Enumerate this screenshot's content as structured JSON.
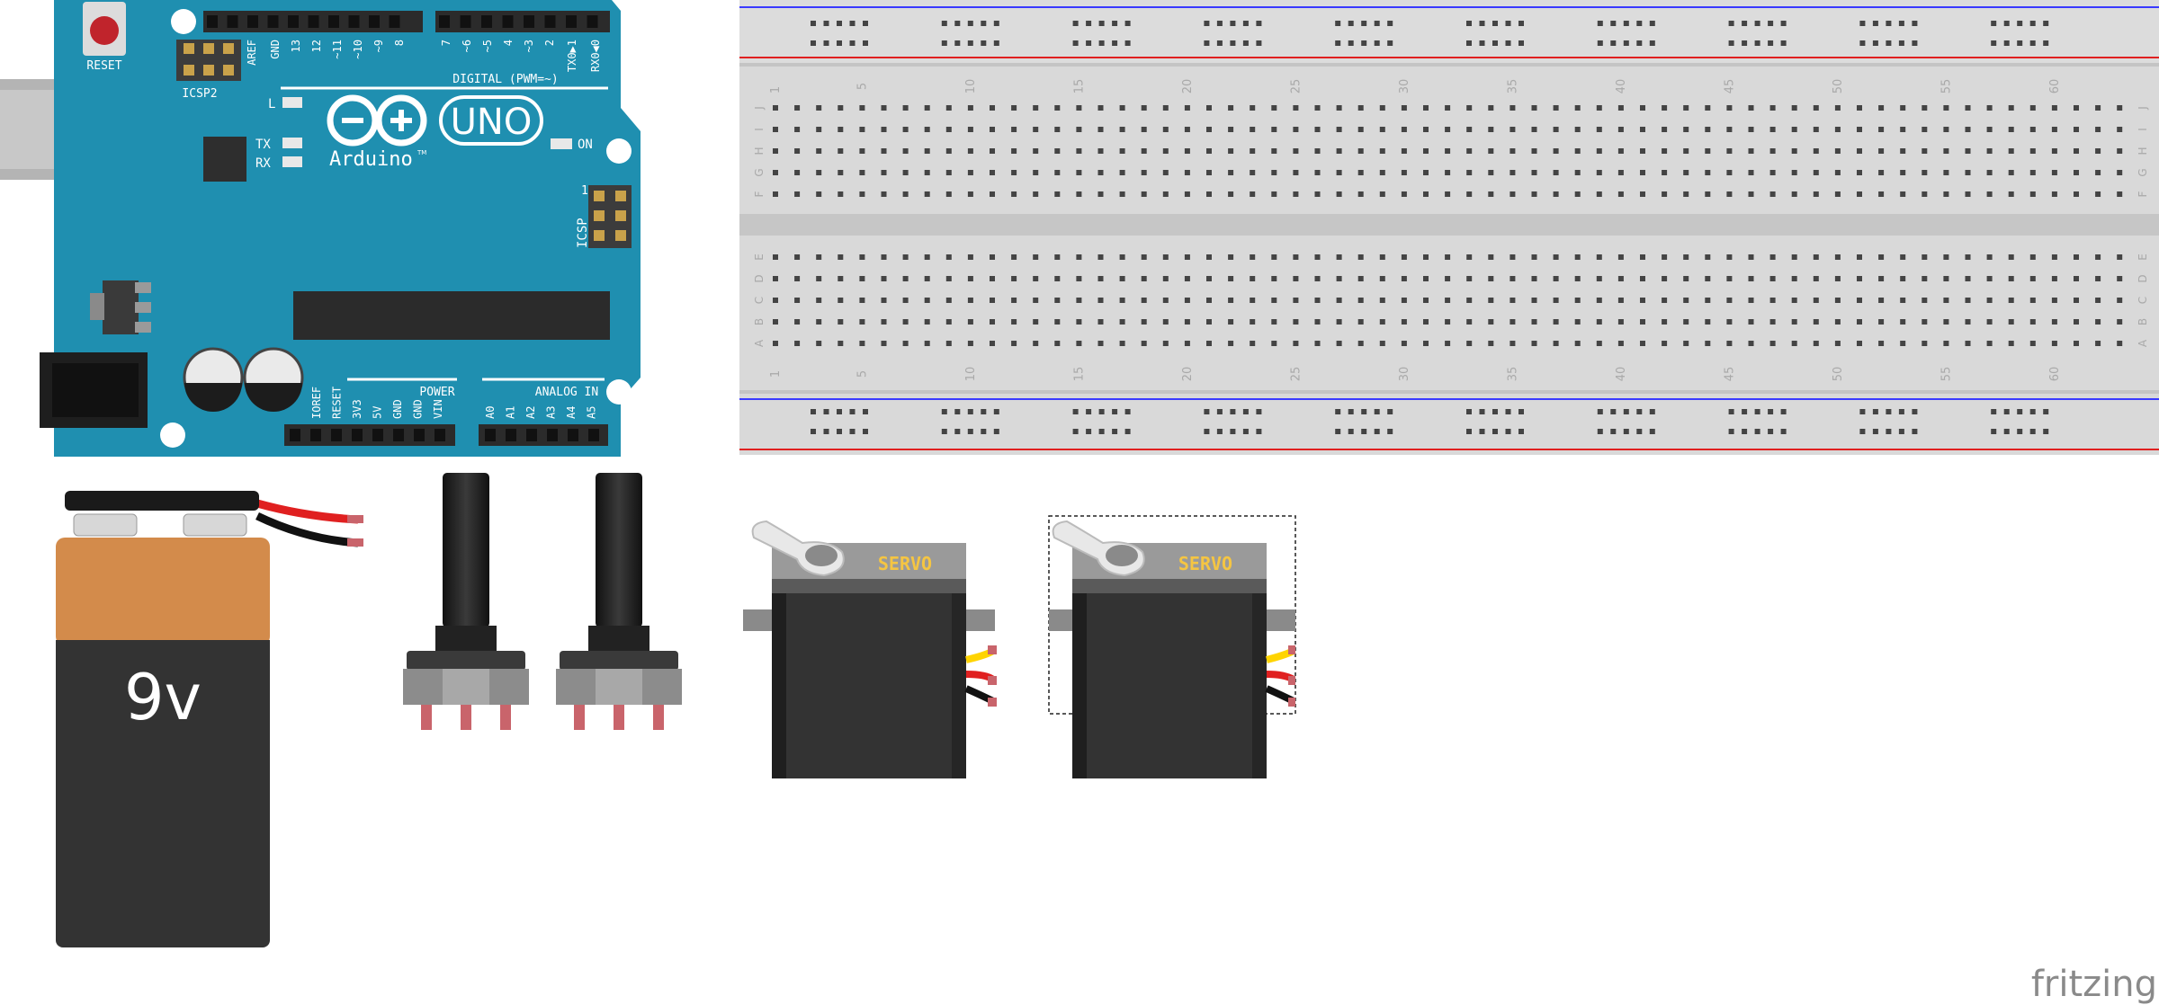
{
  "app": {
    "watermark": "fritzing"
  },
  "arduino": {
    "reset_label": "RESET",
    "icsp2_label": "ICSP2",
    "icsp_label": "ICSP",
    "icsp_pin1": "1",
    "digital_header_label": "DIGITAL (PWM=~)",
    "digital_pins": [
      "AREF",
      "GND",
      "13",
      "12",
      "~11",
      "~10",
      "~9",
      "8",
      "7",
      "~6",
      "~5",
      "4",
      "~3",
      "2",
      "TX0▶1",
      "RX0◀0"
    ],
    "led_l": "L",
    "led_tx": "TX",
    "led_rx": "RX",
    "led_on": "ON",
    "brand": "Arduino",
    "brand_tm": "TM",
    "model": "UNO",
    "power_header_label": "POWER",
    "power_pins": [
      "IOREF",
      "RESET",
      "3V3",
      "5V",
      "GND",
      "GND",
      "VIN"
    ],
    "analog_header_label": "ANALOG IN",
    "analog_pins": [
      "A0",
      "A1",
      "A2",
      "A3",
      "A4",
      "A5"
    ]
  },
  "breadboard": {
    "column_numbers": [
      "1",
      "5",
      "10",
      "15",
      "20",
      "25",
      "30",
      "35",
      "40",
      "45",
      "50",
      "55",
      "60"
    ],
    "top_rows": [
      "J",
      "I",
      "H",
      "G",
      "F"
    ],
    "bottom_rows": [
      "E",
      "D",
      "C",
      "B",
      "A"
    ]
  },
  "battery": {
    "label": "9v"
  },
  "potentiometers": [
    {
      "id": "pot-1"
    },
    {
      "id": "pot-2"
    }
  ],
  "servos": [
    {
      "label": "SERVO",
      "selected": false
    },
    {
      "label": "SERVO",
      "selected": true
    }
  ],
  "colors": {
    "arduino_blue": "#1f8fb0",
    "breadboard": "#d9d9d9",
    "rail_blue": "#3a3aff",
    "rail_red": "#e02020",
    "battery_top": "#d38b4b",
    "battery_body": "#333333",
    "servo_label": "#f5c542",
    "pot_pin": "#c9646b"
  }
}
